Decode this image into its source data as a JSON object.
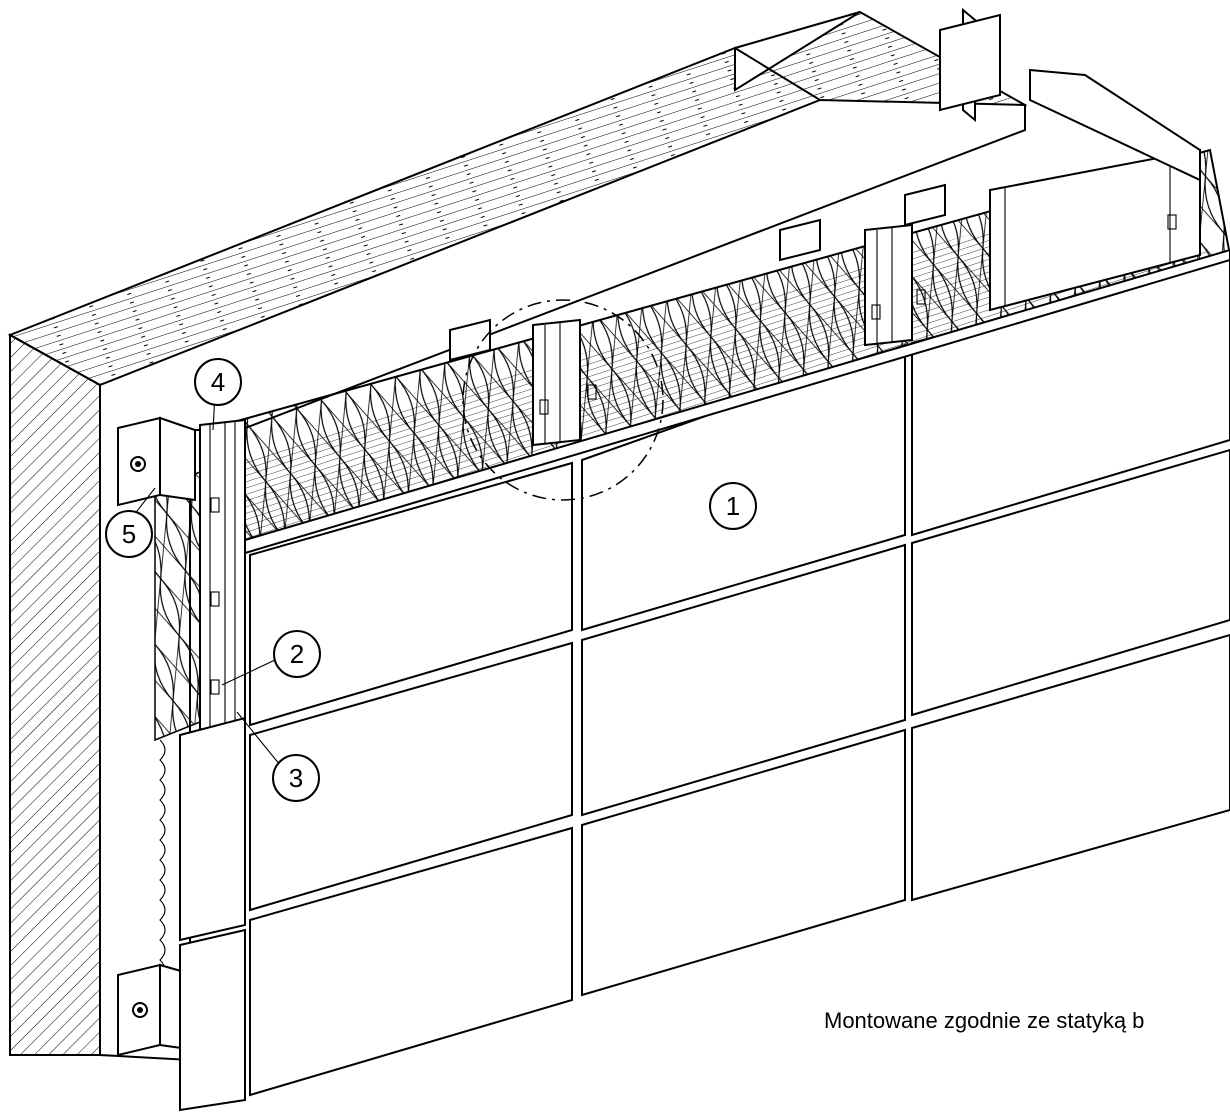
{
  "callouts": [
    {
      "id": "1",
      "label": "1"
    },
    {
      "id": "2",
      "label": "2"
    },
    {
      "id": "3",
      "label": "3"
    },
    {
      "id": "4",
      "label": "4"
    },
    {
      "id": "5",
      "label": "5"
    }
  ],
  "caption": "Montowane zgodnie ze statyką b",
  "colors": {
    "line": "#000000",
    "background": "#ffffff"
  }
}
